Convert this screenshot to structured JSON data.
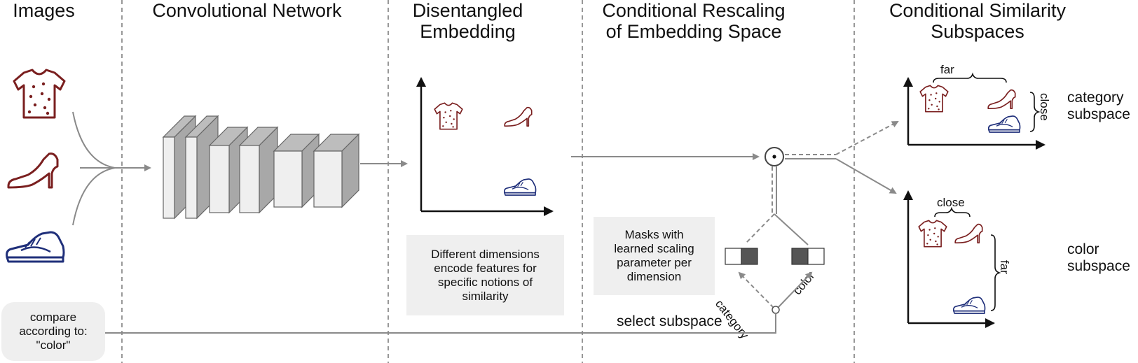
{
  "columns": {
    "images": "Images",
    "conv": "Convolutional Network",
    "disentangled": [
      "Disentangled",
      "Embedding"
    ],
    "rescaling": [
      "Conditional Rescaling",
      "of Embedding Space"
    ],
    "subspaces": [
      "Conditional Similarity",
      "Subspaces"
    ]
  },
  "notes": {
    "dimensions": [
      "Different dimensions",
      "encode features for",
      "specific notions of",
      "similarity"
    ],
    "masks": [
      "Masks with",
      "learned scaling",
      "parameter per",
      "dimension"
    ]
  },
  "query": {
    "lines": [
      "compare",
      "according to:",
      "\"color\""
    ]
  },
  "labels": {
    "select": "select subspace",
    "category_rot": "category",
    "color_rot": "color",
    "far_top": "far",
    "close_top": "close",
    "close_bottom": "close",
    "far_bottom": "far",
    "category_subspace": [
      "category",
      "subspace"
    ],
    "color_subspace": [
      "color",
      "subspace"
    ]
  },
  "icons": [
    "shirt-icon",
    "heel-icon",
    "sneaker-icon"
  ],
  "colors": {
    "garment": "#7a1f1f",
    "sneaker": "#1f2f7a",
    "arrow": "#8a8a8a",
    "box": "#efefef",
    "mask_dark": "#555555"
  }
}
